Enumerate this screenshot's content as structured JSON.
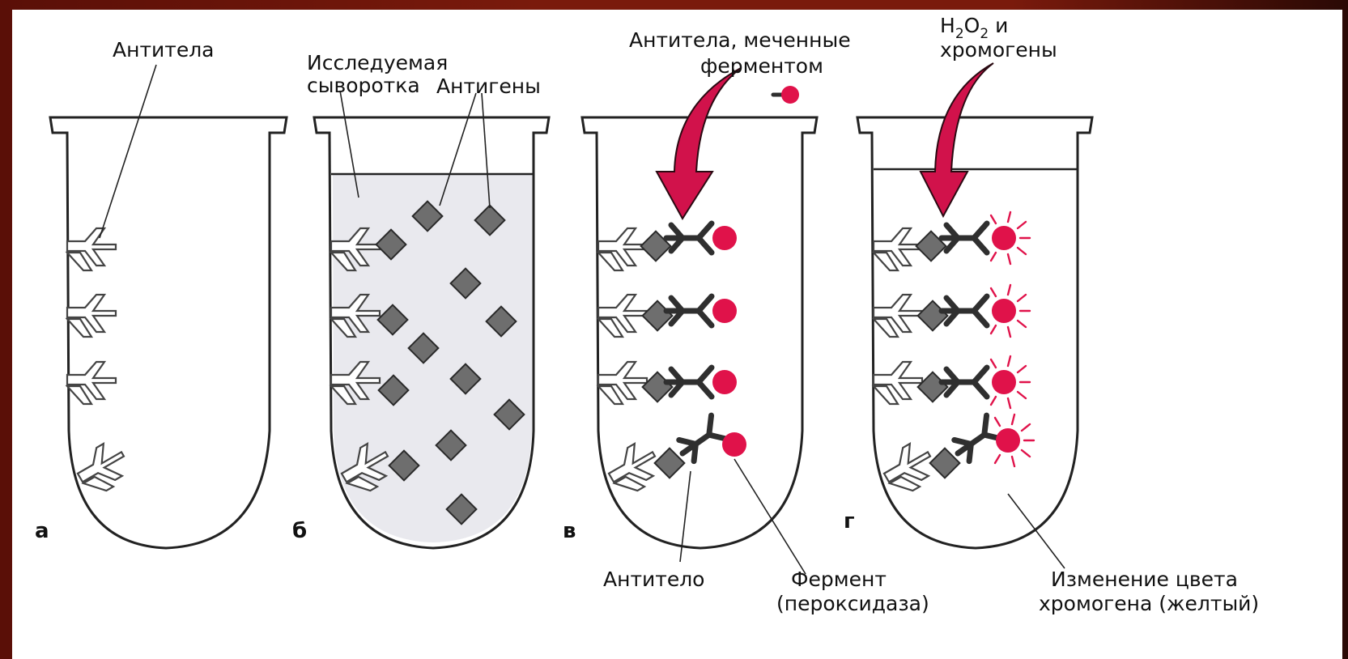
{
  "labels": {
    "antitela_a": "Антитела",
    "serum_line1": "Исследуемая",
    "serum_line2": "сыворотка",
    "antigens": "Антигены",
    "labeled_ab_line1": "Антитела, меченные",
    "labeled_ab_line2": "ферментом",
    "h2o2_line1_main": "H",
    "h2o2_sub1": "2",
    "h2o2_o": "O",
    "h2o2_sub2": "2",
    "h2o2_and": " и",
    "h2o2_line2": "хромогены",
    "antibody": "Антитело",
    "enzyme_line1": "Фермент",
    "enzyme_line2": "(пероксидаза)",
    "color_change_line1": "Изменение цвета",
    "color_change_line2": "хромогена (желтый)"
  },
  "panels": [
    "а",
    "б",
    "в",
    "г"
  ],
  "colors": {
    "enzyme": "#e0124a",
    "arrow": "#d1124b",
    "frame": "#7a1a0c"
  }
}
